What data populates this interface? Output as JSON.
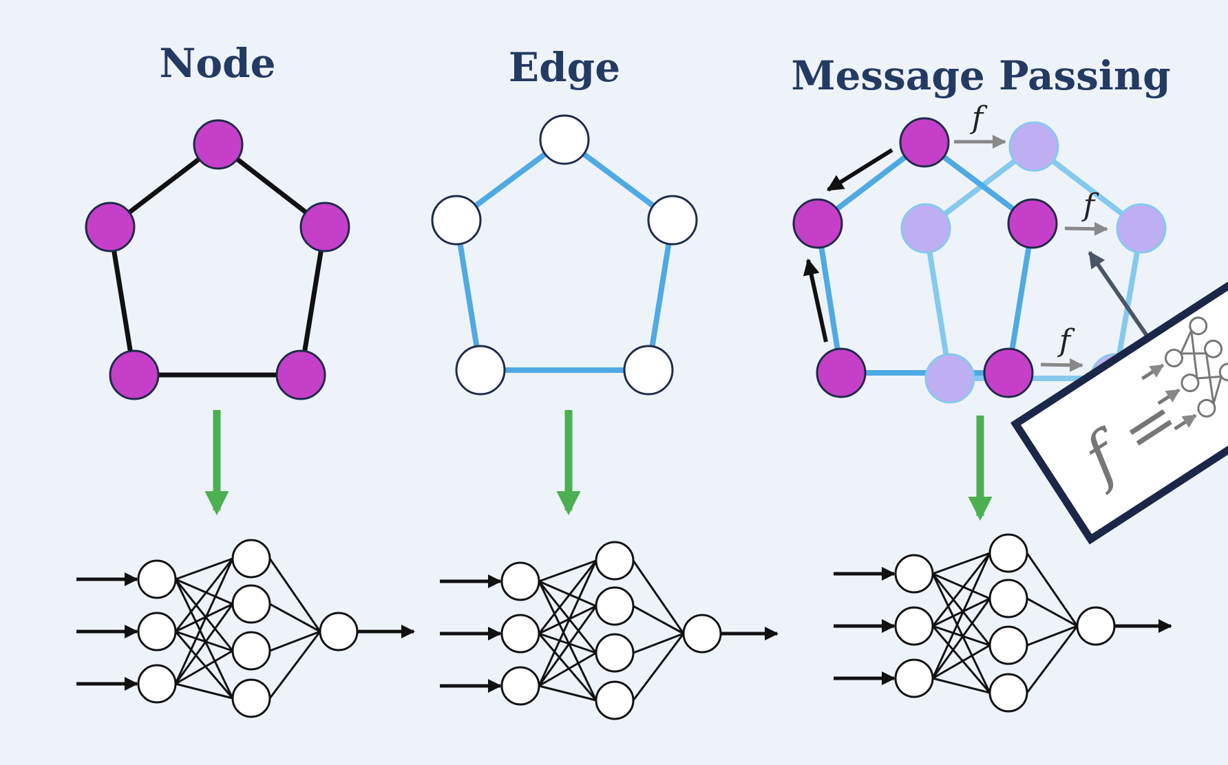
{
  "titles": {
    "node": "Node",
    "edge": "Edge",
    "message_passing": "Message Passing"
  },
  "symbols": {
    "f": "f",
    "equation": "f ="
  },
  "colors": {
    "background": "#eef3fa",
    "title": "#233a63",
    "node_fill": "#c63fc9",
    "node_stroke": "#1f2a4a",
    "ghost_node": "#c0aef2",
    "edge_blue": "#4fa9e3",
    "edge_light_blue": "#86c9ee",
    "edge_black": "#111111",
    "arrow_green": "#4caf50",
    "arrow_gray": "#888888",
    "frame": "#1b2748"
  }
}
